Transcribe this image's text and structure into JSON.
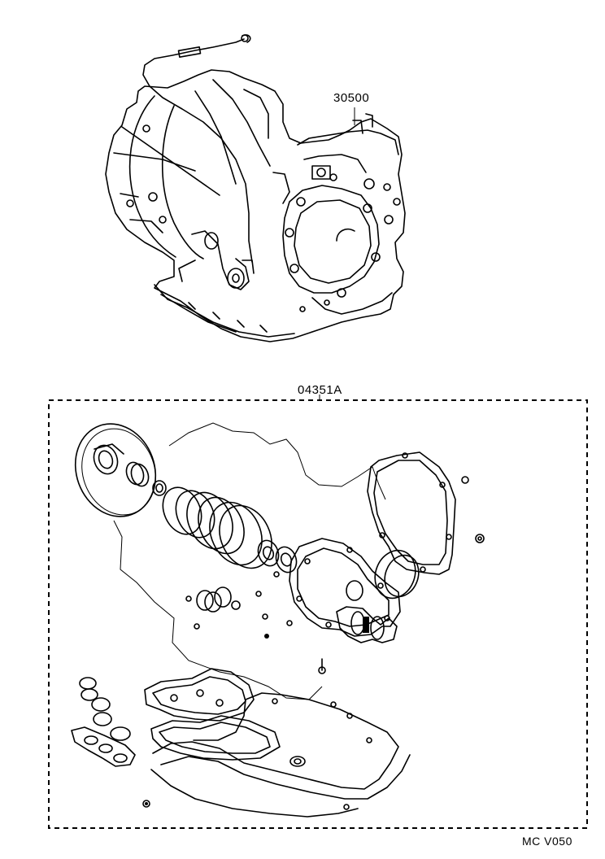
{
  "labels": {
    "assembly_part_number": "30500",
    "overhaul_kit_part_number": "04351A",
    "figure_code": "MC  V050"
  }
}
